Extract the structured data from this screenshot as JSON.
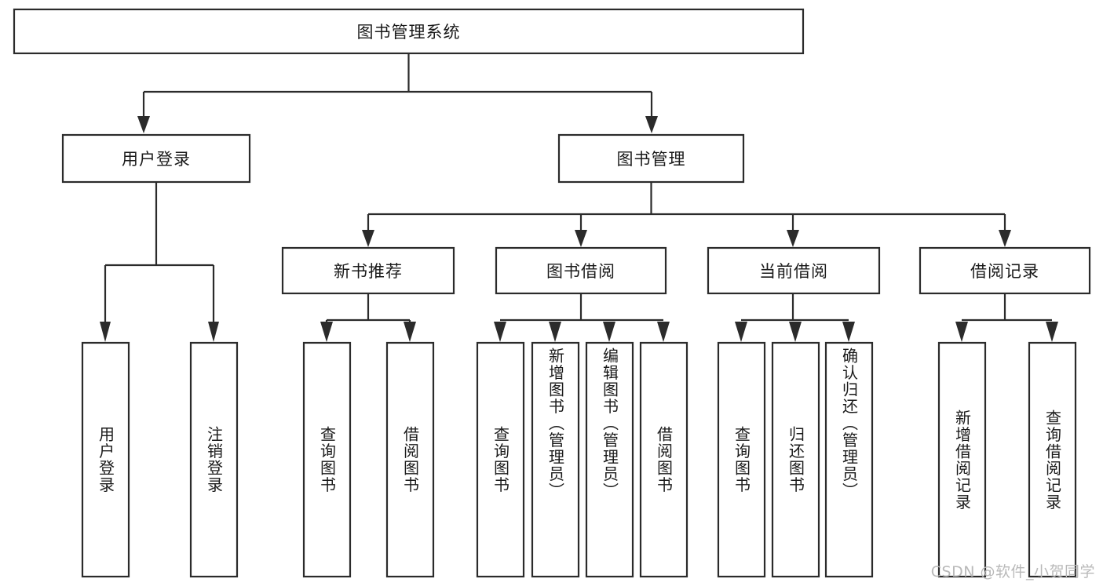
{
  "diagram": {
    "type": "tree",
    "title": "图书管理系统",
    "orientation": "top-down",
    "colors": {
      "stroke": "#2b2b2b",
      "box_fill": "#ffffff",
      "text": "#1a1a1a",
      "background": "#ffffff",
      "watermark": "#b9b9b9"
    },
    "root": {
      "label": "图书管理系统",
      "orientation": "horizontal"
    },
    "level2": [
      {
        "label": "用户登录",
        "orientation": "horizontal"
      },
      {
        "label": "图书管理",
        "orientation": "horizontal"
      }
    ],
    "level3": [
      {
        "label": "新书推荐",
        "orientation": "horizontal"
      },
      {
        "label": "图书借阅",
        "orientation": "horizontal"
      },
      {
        "label": "当前借阅",
        "orientation": "horizontal"
      },
      {
        "label": "借阅记录",
        "orientation": "horizontal"
      }
    ],
    "leaves": {
      "user_login": [
        {
          "label": "用户登录",
          "orientation": "vertical"
        },
        {
          "label": "注销登录",
          "orientation": "vertical"
        }
      ],
      "new_book_recommend": [
        {
          "label": "查询图书",
          "orientation": "vertical"
        },
        {
          "label": "借阅图书",
          "orientation": "vertical"
        }
      ],
      "book_borrow": [
        {
          "label": "查询图书",
          "orientation": "vertical"
        },
        {
          "label": "新增图书（管理员）",
          "orientation": "vertical"
        },
        {
          "label": "编辑图书（管理员）",
          "orientation": "vertical"
        },
        {
          "label": "借阅图书",
          "orientation": "vertical"
        }
      ],
      "current_borrow": [
        {
          "label": "查询图书",
          "orientation": "vertical"
        },
        {
          "label": "归还图书",
          "orientation": "vertical"
        },
        {
          "label": "确认归还（管理员）",
          "orientation": "vertical"
        }
      ],
      "borrow_record": [
        {
          "label": "新增借阅记录",
          "orientation": "vertical"
        },
        {
          "label": "查询借阅记录",
          "orientation": "vertical"
        }
      ]
    }
  },
  "watermark": {
    "text": "CSDN @软件_小贺同学"
  }
}
